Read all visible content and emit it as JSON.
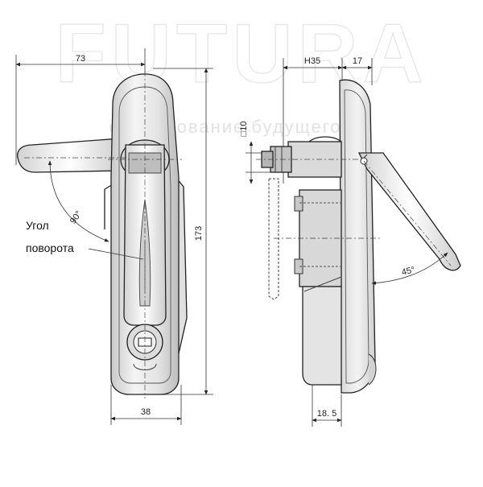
{
  "watermark": {
    "brand": "FUTURA",
    "tagline": "оборудование будущего"
  },
  "dimensions": {
    "front_width_offset": "73",
    "front_height": "173",
    "front_base_width": "38",
    "side_h35": "H35",
    "side_17": "17",
    "side_square": "□10",
    "side_bottom": "18. 5"
  },
  "angles": {
    "front_rotation": "90°",
    "side_rotation": "45°"
  },
  "annotation": {
    "line1": "Угол",
    "line2": "поворота"
  },
  "colors": {
    "outline": "#222222",
    "body_fill": "#e6e6e6",
    "body_light": "#f5f5f5",
    "body_dark": "#bdbdbd"
  }
}
